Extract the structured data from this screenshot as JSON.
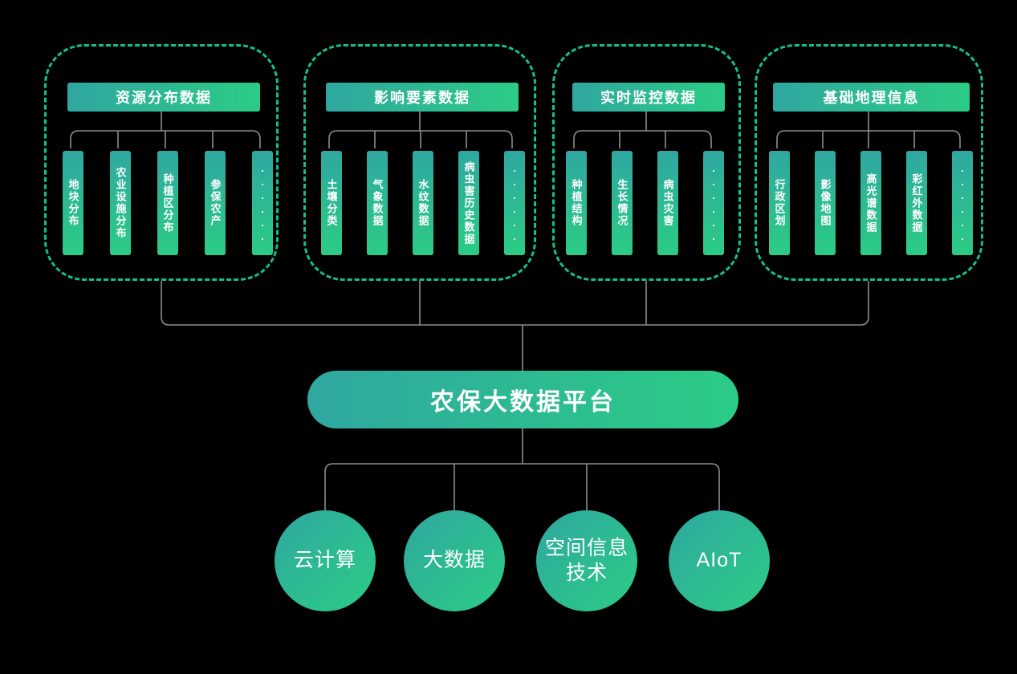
{
  "colors": {
    "bg": "#000000",
    "grad1": "#2FA7A0",
    "grad2": "#2BCC85",
    "dash": "#12C08E",
    "line": "#8C8C8C",
    "text": "#FFFFFF"
  },
  "groups": [
    {
      "title": "资源分布数据",
      "items": [
        "地块分布",
        "农业设施分布",
        "种植区分布",
        "参保农产",
        "......"
      ]
    },
    {
      "title": "影响要素数据",
      "items": [
        "土壤分类",
        "气象数据",
        "水纹数据",
        "病虫害历史数据",
        "......"
      ]
    },
    {
      "title": "实时监控数据",
      "items": [
        "种植结构",
        "生长情况",
        "病虫灾害",
        "......"
      ]
    },
    {
      "title": "基础地理信息",
      "items": [
        "行政区划",
        "影像地图",
        "高光谱数据",
        "彩红外数据",
        "......"
      ]
    }
  ],
  "platform": {
    "label": "农保大数据平台"
  },
  "technologies": [
    {
      "label": "云计算"
    },
    {
      "label": "大数据"
    },
    {
      "label": "空间信息技术"
    },
    {
      "label": "AIoT"
    }
  ]
}
